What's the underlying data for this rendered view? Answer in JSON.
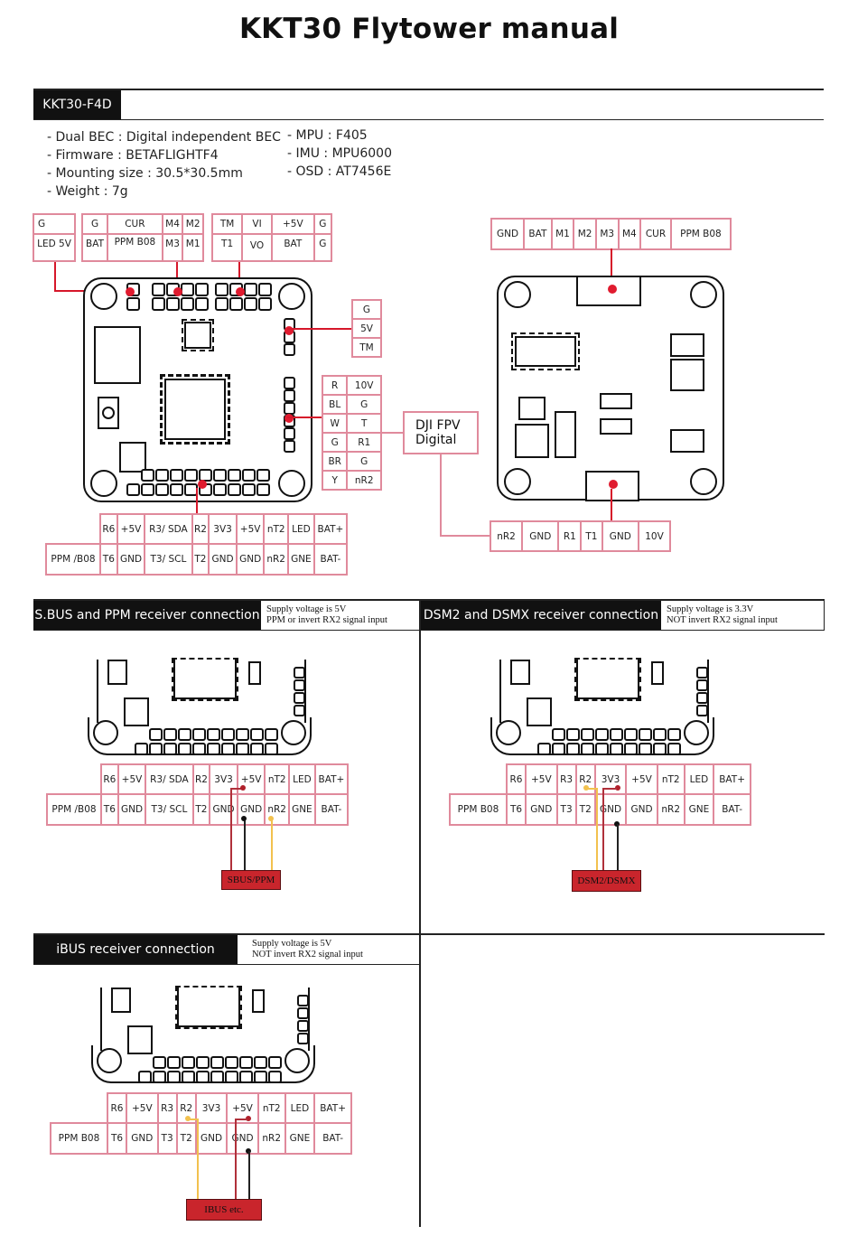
{
  "title": "KKT30 Flytower manual",
  "board_section": {
    "label": "KKT30-F4D",
    "specs_left": [
      "- Dual BEC : Digital independent BEC",
      "- Firmware : BETAFLIGHTF4",
      "- Mounting size : 30.5*30.5mm",
      "- Weight : 7g"
    ],
    "specs_right": [
      "- MPU : F405",
      "- IMU : MPU6000",
      "- OSD : AT7456E"
    ]
  },
  "fc_top": {
    "led_box": [
      [
        "G"
      ],
      [
        "LED 5V"
      ]
    ],
    "motor_box": [
      [
        "G",
        "CUR",
        "M4",
        "M2"
      ],
      [
        "BAT",
        "PPM B08",
        "M3",
        "M1"
      ]
    ],
    "power_box": [
      [
        "TM",
        "VI",
        "+5V",
        "G"
      ],
      [
        "T1",
        "VO",
        "BAT",
        "G"
      ]
    ],
    "side_box": [
      "G",
      "5V",
      "TM"
    ],
    "dji_box": [
      [
        "R",
        "10V"
      ],
      [
        "BL",
        "G"
      ],
      [
        "W",
        "T"
      ],
      [
        "G",
        "R1"
      ],
      [
        "BR",
        "G"
      ],
      [
        "Y",
        "nR2"
      ]
    ],
    "dji_label_line1": "DJI FPV",
    "dji_label_line2": "Digital",
    "bottom_row1": [
      "",
      "R6",
      "+5V",
      "R3/ SDA",
      "R2",
      "3V3",
      "+5V",
      "nT2",
      "LED",
      "BAT+"
    ],
    "bottom_row2": [
      "PPM /B08",
      "T6",
      "GND",
      "T3/ SCL",
      "T2",
      "GND",
      "GND",
      "nR2",
      "GNE",
      "BAT-"
    ]
  },
  "esc_top": {
    "top_row": [
      "GND",
      "BAT",
      "M1",
      "M2",
      "M3",
      "M4",
      "CUR",
      "PPM B08"
    ],
    "bottom_row": [
      "nR2",
      "GND",
      "R1",
      "T1",
      "GND",
      "10V"
    ]
  },
  "sbus": {
    "title": "S.BUS and PPM receiver connection",
    "note1": "Supply voltage is 5V",
    "note2": "PPM or invert RX2 signal input",
    "row1": [
      "",
      "R6",
      "+5V",
      "R3/ SDA",
      "R2",
      "3V3",
      "+5V",
      "nT2",
      "LED",
      "BAT+"
    ],
    "row2": [
      "PPM /B08",
      "T6",
      "GND",
      "T3/ SCL",
      "T2",
      "GND",
      "GND",
      "nR2",
      "GNE",
      "BAT-"
    ],
    "receiver": "SBUS/PPM"
  },
  "dsm": {
    "title": "DSM2 and DSMX receiver connection",
    "note1": "Supply voltage is 3.3V",
    "note2": "NOT invert RX2 signal input",
    "row1": [
      "",
      "R6",
      "+5V",
      "R3",
      "R2",
      "3V3",
      "+5V",
      "nT2",
      "LED",
      "BAT+"
    ],
    "row2": [
      "PPM B08",
      "T6",
      "GND",
      "T3",
      "T2",
      "GND",
      "GND",
      "nR2",
      "GNE",
      "BAT-"
    ],
    "receiver": "DSM2/DSMX"
  },
  "ibus": {
    "title": "iBUS receiver connection",
    "note1": "Supply voltage is 5V",
    "note2": "NOT invert RX2 signal input",
    "row1": [
      "",
      "R6",
      "+5V",
      "R3",
      "R2",
      "3V3",
      "+5V",
      "nT2",
      "LED",
      "BAT+"
    ],
    "row2": [
      "PPM B08",
      "T6",
      "GND",
      "T3",
      "T2",
      "GND",
      "GND",
      "nR2",
      "GNE",
      "BAT-"
    ],
    "receiver": "IBUS etc."
  },
  "colors": {
    "pin_border": "#e08a9c",
    "wire_red": "#d6172a",
    "wire_yellow": "#f2c14e",
    "wire_black": "#222222",
    "receiver_fill": "#c9252c",
    "section_bar": "#111111"
  }
}
